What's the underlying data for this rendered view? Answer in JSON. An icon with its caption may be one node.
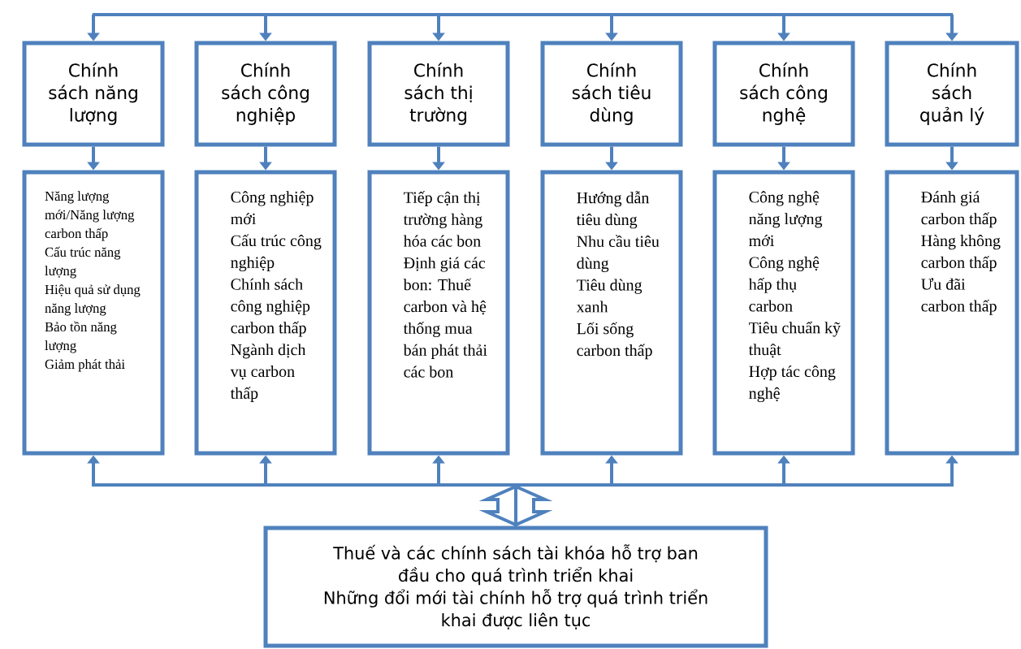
{
  "diagram": {
    "nodes": [
      {
        "text": [
          "Chính sách năng lượng"
        ]
      },
      {
        "text": [
          "Chính sách công nghiệp"
        ]
      },
      {
        "text": [
          "Chính sách thị trường"
        ]
      },
      {
        "text": [
          "Chính sách tiêu dùng"
        ]
      },
      {
        "text": [
          "Chính sách công nghệ"
        ]
      },
      {
        "text": [
          "Chính sách quản lý"
        ]
      },
      {
        "text": [
          "Năng lượng mới/Năng lượng carbon thấp",
          "Cấu trúc năng lượng",
          "Hiệu quả sử dụng năng lượng",
          "Bảo tồn năng lượng",
          "Giảm phát thải"
        ]
      },
      {
        "text": [
          "Công nghiệp mới",
          "Cấu trúc công nghiệp",
          "Chính sách công nghiệp carbon thấp",
          "Ngành dịch vụ carbon thấp"
        ]
      },
      {
        "text": [
          "Tiếp cận thị trường hàng hóa các bon",
          "Định giá các bon: Thuế carbon và hệ thống mua bán phát thải các bon"
        ]
      },
      {
        "text": [
          "Hướng dẫn tiêu dùng",
          "Nhu cầu tiêu dùng",
          "Tiêu dùng xanh",
          "Lối sống carbon thấp"
        ]
      },
      {
        "text": [
          "Công nghệ năng lượng mới",
          "Công nghệ hấp thụ carbon",
          "Tiêu chuẩn kỹ thuật",
          "Hợp tác công nghệ"
        ]
      },
      {
        "text": [
          "Đánh giá carbon thấp",
          "Hàng không carbon thấp",
          "Ưu đãi carbon thấp"
        ]
      },
      {
        "text": [
          "Thuế và các chính sách tài khóa hỗ trợ ban đầu cho quá trình triển khai",
          "Những đổi mới tài chính hỗ trợ quá trình triển khai được liên tục"
        ]
      }
    ],
    "edges": [
      {
        "from": null,
        "to": 0,
        "arrow": "to"
      },
      {
        "from": null,
        "to": 1,
        "arrow": "to"
      },
      {
        "from": null,
        "to": 2,
        "arrow": "to"
      },
      {
        "from": null,
        "to": 3,
        "arrow": "to"
      },
      {
        "from": null,
        "to": 4,
        "arrow": "to"
      },
      {
        "from": null,
        "to": 5,
        "arrow": "to"
      },
      {
        "from": 0,
        "to": 6,
        "arrow": "to"
      },
      {
        "from": 1,
        "to": 7,
        "arrow": "to"
      },
      {
        "from": 2,
        "to": 8,
        "arrow": "to"
      },
      {
        "from": 3,
        "to": 9,
        "arrow": "to"
      },
      {
        "from": 4,
        "to": 10,
        "arrow": "to"
      },
      {
        "from": 5,
        "to": 11,
        "arrow": "to"
      },
      {
        "from": 12,
        "to": 6,
        "arrow": "to"
      },
      {
        "from": 12,
        "to": 7,
        "arrow": "to"
      },
      {
        "from": 12,
        "to": 8,
        "arrow": "to"
      },
      {
        "from": 12,
        "to": 9,
        "arrow": "to"
      },
      {
        "from": 12,
        "to": 10,
        "arrow": "to"
      },
      {
        "from": 12,
        "to": 11,
        "arrow": "to"
      }
    ]
  }
}
